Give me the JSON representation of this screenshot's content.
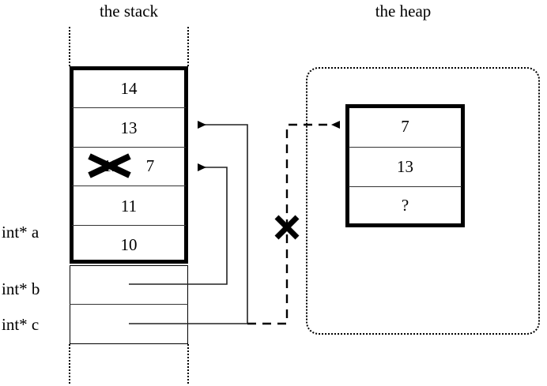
{
  "titles": {
    "stack": "the stack",
    "heap": "the heap"
  },
  "stack": {
    "cells": [
      {
        "value": "14"
      },
      {
        "value": "13"
      },
      {
        "value": "12",
        "crossed_out": true,
        "replacement": "7"
      },
      {
        "value": "11"
      },
      {
        "value": "10"
      }
    ],
    "variables": [
      {
        "label": "int* a",
        "name": "a"
      },
      {
        "label": "int* b",
        "name": "b"
      },
      {
        "label": "int* c",
        "name": "c"
      }
    ]
  },
  "heap": {
    "cells": [
      {
        "value": "7"
      },
      {
        "value": "13"
      },
      {
        "value": "?"
      }
    ]
  },
  "annotations": {
    "cross_mark": "X",
    "crossed_stack_value": "12",
    "invalidated_pointer": "c"
  },
  "colors": {
    "stroke": "#000000",
    "thin_stroke": "#333333",
    "background": "#ffffff"
  }
}
